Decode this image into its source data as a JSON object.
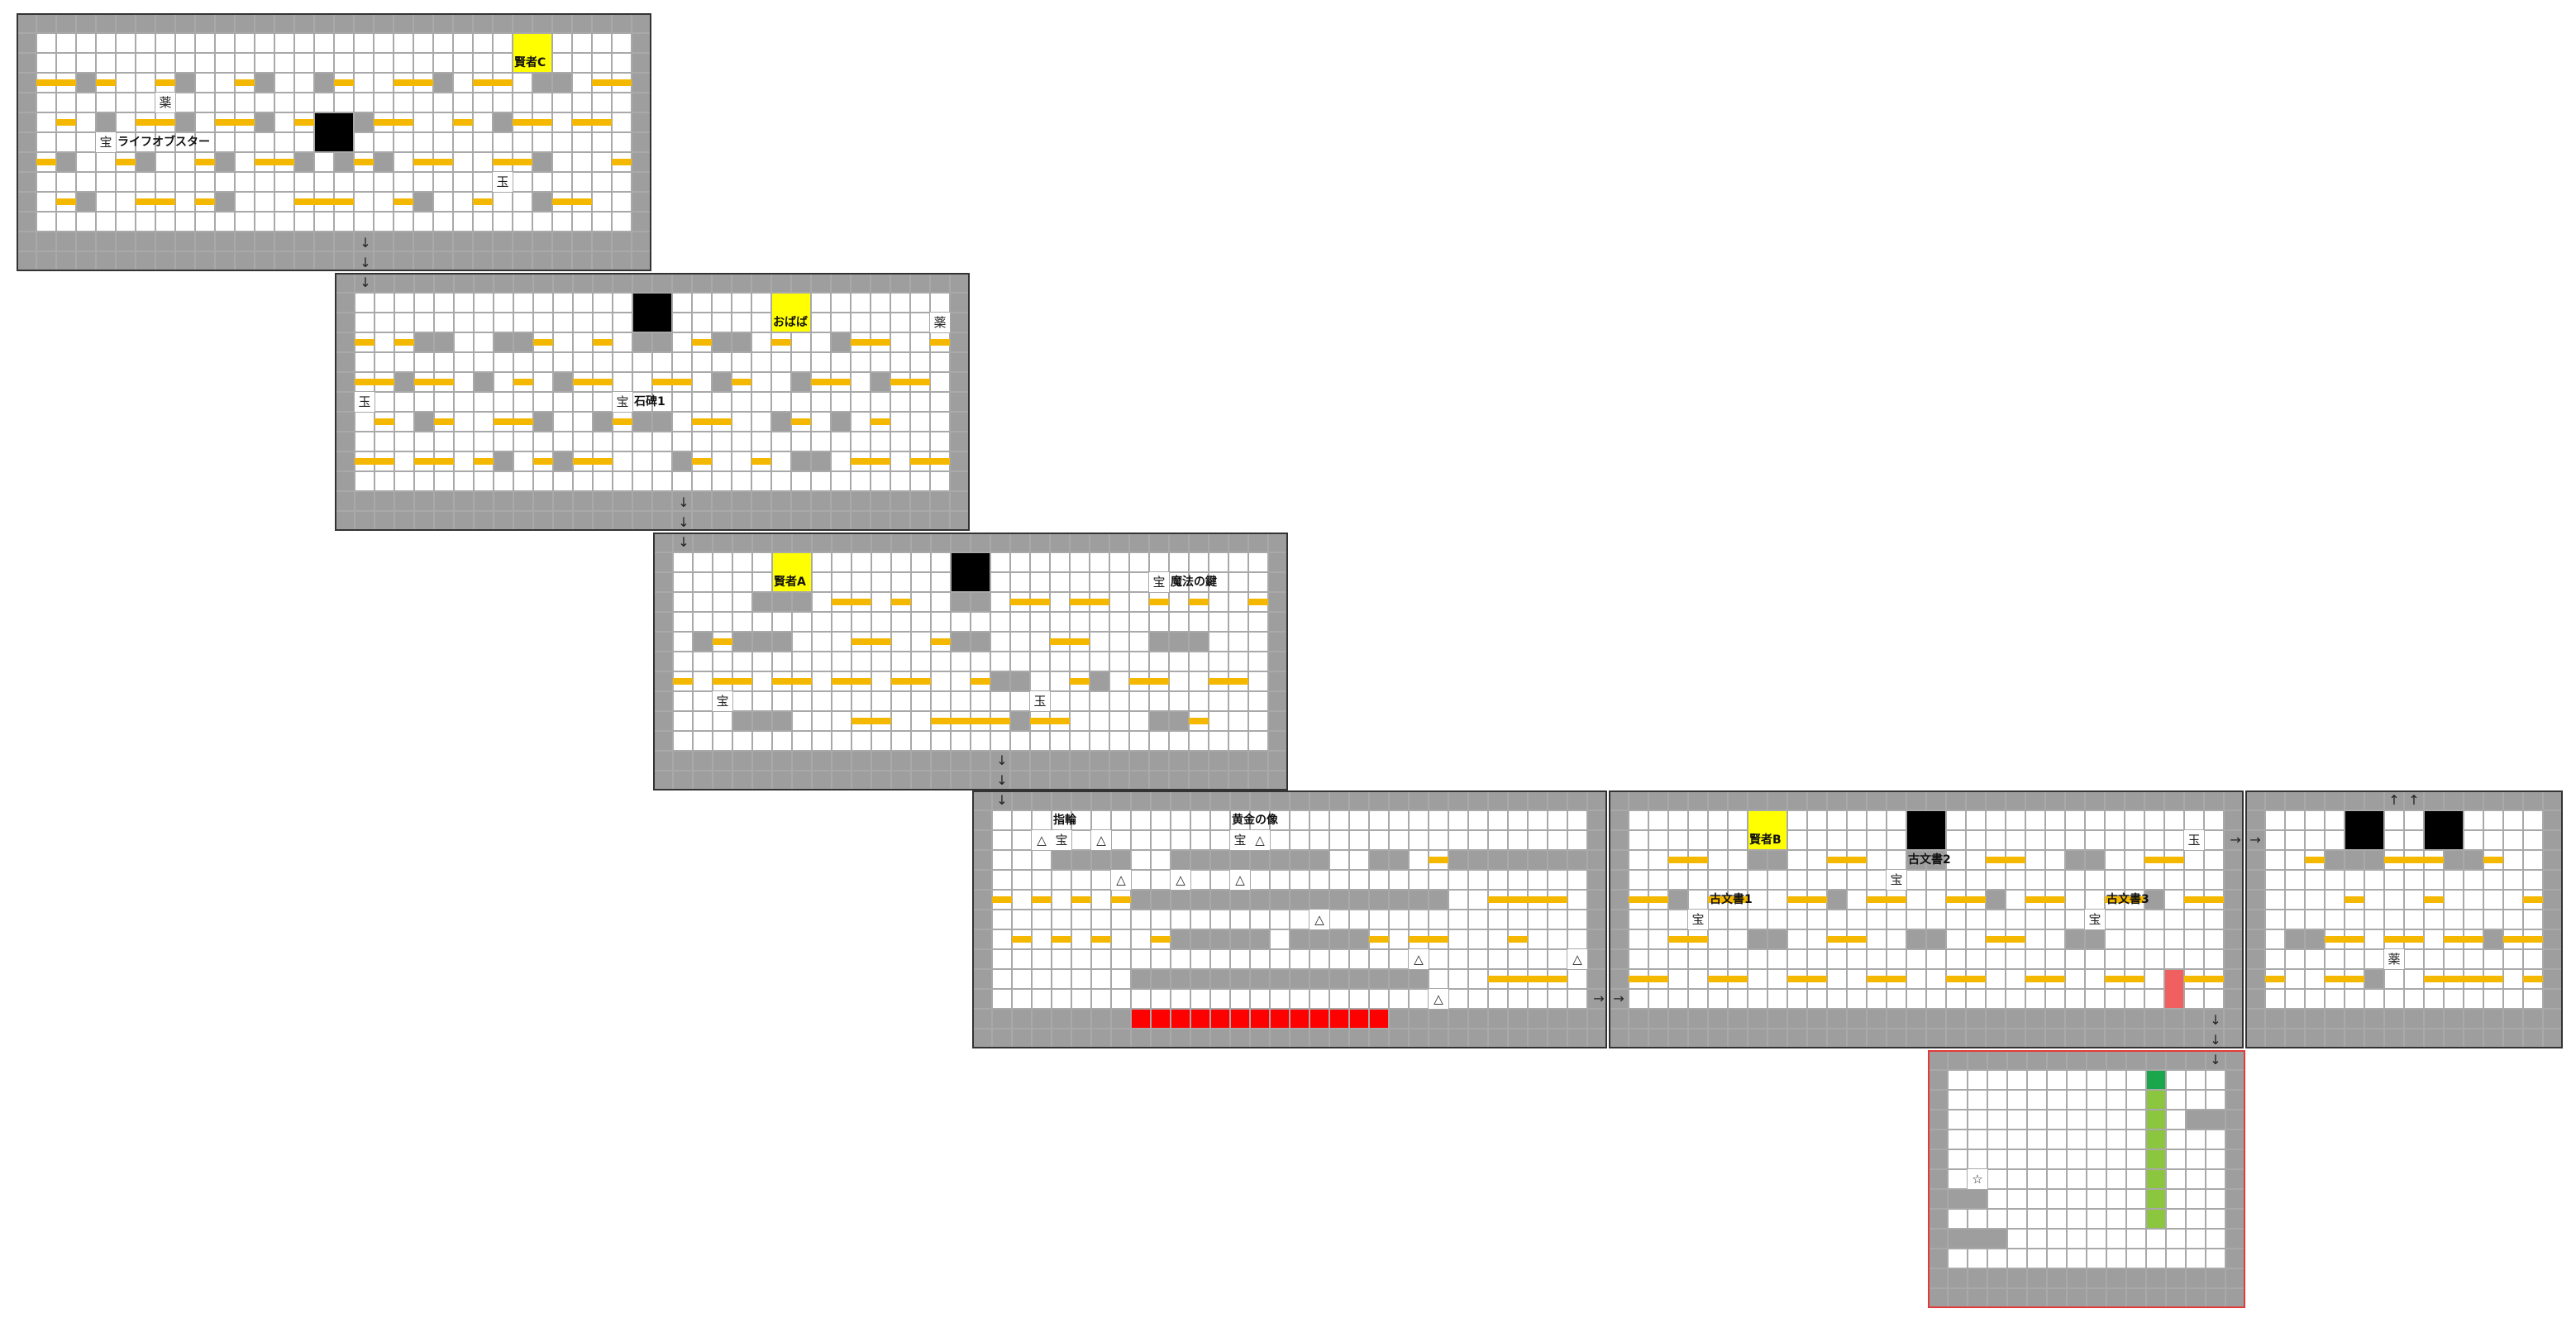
{
  "colors": {
    "grid_line": "#a9a9a9",
    "floor": "#ffffff",
    "wall": "#9e9e9e",
    "gold_ledge": "#f5b800",
    "sage_yellow": "#ffff00",
    "hole_black": "#000000",
    "lava_red": "#ff0000",
    "pink_marker": "#f06060",
    "green_top": "#1aa64a",
    "green_column": "#8cc63f",
    "red_frame": "#e23a3a"
  },
  "rooms": [
    {
      "id": "room-1",
      "labels": [
        {
          "text": "賢者C",
          "name": "sage-c-label"
        },
        {
          "text": "ライフオブスター",
          "name": "life-of-star-label"
        }
      ]
    },
    {
      "id": "room-2",
      "labels": [
        {
          "text": "おばば",
          "name": "obaba-label"
        },
        {
          "text": "石碑1",
          "name": "stone-tablet-1-label"
        }
      ]
    },
    {
      "id": "room-3",
      "labels": [
        {
          "text": "賢者A",
          "name": "sage-a-label"
        },
        {
          "text": "魔法の鍵",
          "name": "magic-key-label"
        }
      ]
    },
    {
      "id": "room-4",
      "labels": [
        {
          "text": "指輪",
          "name": "ring-label"
        },
        {
          "text": "黄金の像",
          "name": "golden-statue-label"
        }
      ]
    },
    {
      "id": "room-5",
      "labels": [
        {
          "text": "賢者B",
          "name": "sage-b-label"
        },
        {
          "text": "古文書1",
          "name": "ancient-document-1-label"
        },
        {
          "text": "古文書2",
          "name": "ancient-document-2-label"
        },
        {
          "text": "古文書3",
          "name": "ancient-document-3-label"
        }
      ]
    },
    {
      "id": "room-6",
      "labels": []
    },
    {
      "id": "room-7",
      "labels": []
    }
  ],
  "legend_symbols": {
    "treasure": "宝",
    "medicine": "薬",
    "orb": "玉",
    "triangle": "△",
    "star": "☆"
  },
  "arrows": {
    "down": "↓",
    "right": "→",
    "up": "↑"
  }
}
